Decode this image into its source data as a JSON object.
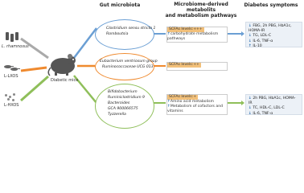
{
  "headers": {
    "gut": "Gut microbiota",
    "metabolites": "Microbiome-derived metabolits\nand metabolism pathways",
    "symptoms": "Diabetes symptoms"
  },
  "groups": {
    "l_rhamnosus": "L. rhamnosus",
    "l_lxos": "L-LXOS",
    "l_hxos": "L-HXOS",
    "diabetic": "Diabetic mice"
  },
  "bacteria": {
    "top": [
      "Clostridium sensu stricto 1",
      "Romboutsia"
    ],
    "middle": [
      "Eubacterium ventriosum group",
      "Ruminococcaceae UCG 013"
    ],
    "bottom": [
      "Bifidobacterium",
      "Ruminiclostridium 9",
      "Bacteroides",
      "GCA 900066575",
      "Tyzzerella"
    ]
  },
  "metabolites": {
    "top_scfa": "SCFAs levels:+++",
    "top_path": "carbohydrate metabolism pathways",
    "mid_scfa": "SCFAs levels:++",
    "bot_scfa": "SCFAs levels:+",
    "bot_path1": "Amino acid metabolism",
    "bot_path2": "Metabolism of cofactors and vitamins"
  },
  "symptoms": {
    "top": [
      "FBG, 2h PBG, HbA1c, HOMA-IR",
      "TG, LDL-C",
      "IL-6, TNF-α",
      "IL-10"
    ],
    "bottom": [
      "2h PBG, HbA1c, HOMA-IR",
      "TC, HDL-C, LDL-C",
      "IL-6, TNF-α"
    ]
  },
  "colors": {
    "orange": "#ef8a2f",
    "blue": "#6b9fd4",
    "green": "#8fbf5a",
    "gray": "#9a9a9a"
  }
}
